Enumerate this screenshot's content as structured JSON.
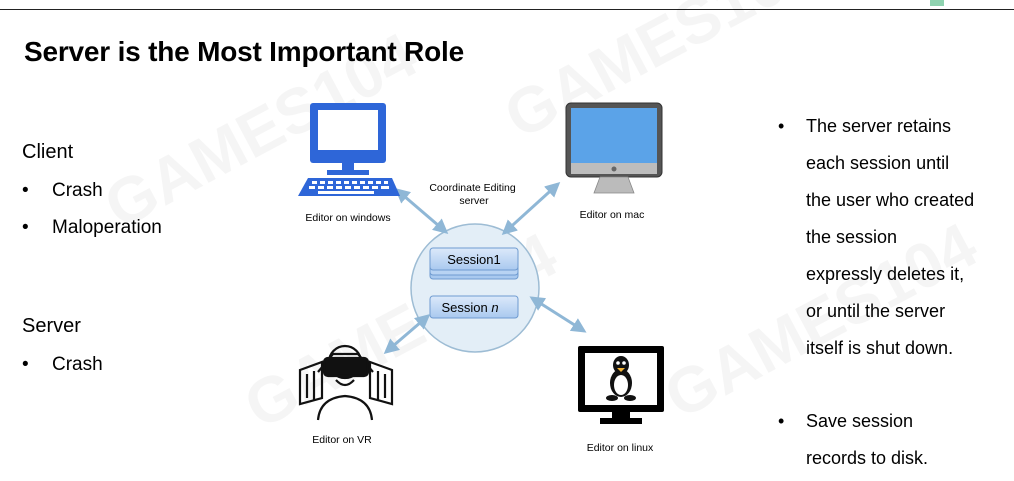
{
  "title": "Server is the Most Important Role",
  "left": {
    "client": {
      "heading": "Client",
      "items": [
        "Crash",
        "Maloperation"
      ]
    },
    "server": {
      "heading": "Server",
      "items": [
        "Crash"
      ]
    }
  },
  "diagram": {
    "center_label": "Coordinate Editing server",
    "session1": "Session1",
    "session_n": "Session",
    "session_n_var": "n",
    "editors": {
      "windows": "Editor on windows",
      "mac": "Editor on mac",
      "vr": "Editor on VR",
      "linux": "Editor on linux"
    }
  },
  "right": {
    "bullet1": [
      "The server retains",
      "each session until",
      "the user who created",
      "the session",
      "expressly deletes it,",
      "or until the server",
      "itself is shut down."
    ],
    "bullet2": [
      "Save session",
      "records to disk."
    ]
  },
  "watermark": "GAMES104",
  "colors": {
    "arrow": "#8fb7d6",
    "windows_blue": "#2e66d8",
    "session_blue": "#bcd7f5",
    "server_circle": "#e3eef7"
  }
}
